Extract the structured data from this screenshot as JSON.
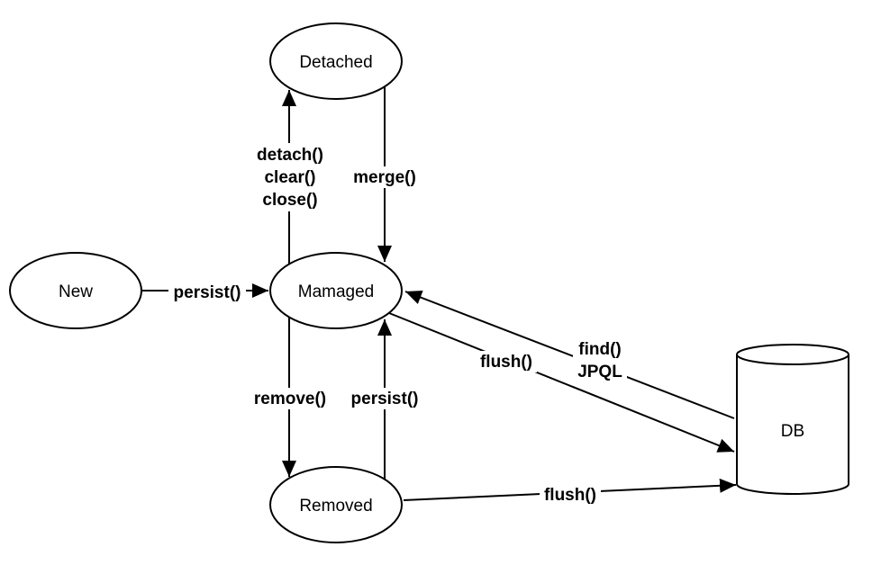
{
  "diagram": {
    "nodes": {
      "new": {
        "label": "New"
      },
      "detached": {
        "label": "Detached"
      },
      "managed": {
        "label": "Mamaged"
      },
      "removed": {
        "label": "Removed"
      },
      "db": {
        "label": "DB"
      }
    },
    "edges": {
      "new_to_managed": {
        "label": "persist()"
      },
      "managed_to_detached": {
        "lines": [
          "detach()",
          "clear()",
          "close()"
        ]
      },
      "detached_to_managed": {
        "label": "merge()"
      },
      "managed_to_removed": {
        "label": "remove()"
      },
      "removed_to_managed": {
        "label": "persist()"
      },
      "managed_to_db": {
        "label": "flush()"
      },
      "db_to_managed": {
        "lines": [
          "find()",
          "JPQL"
        ]
      },
      "removed_to_db": {
        "label": "flush()"
      }
    }
  }
}
